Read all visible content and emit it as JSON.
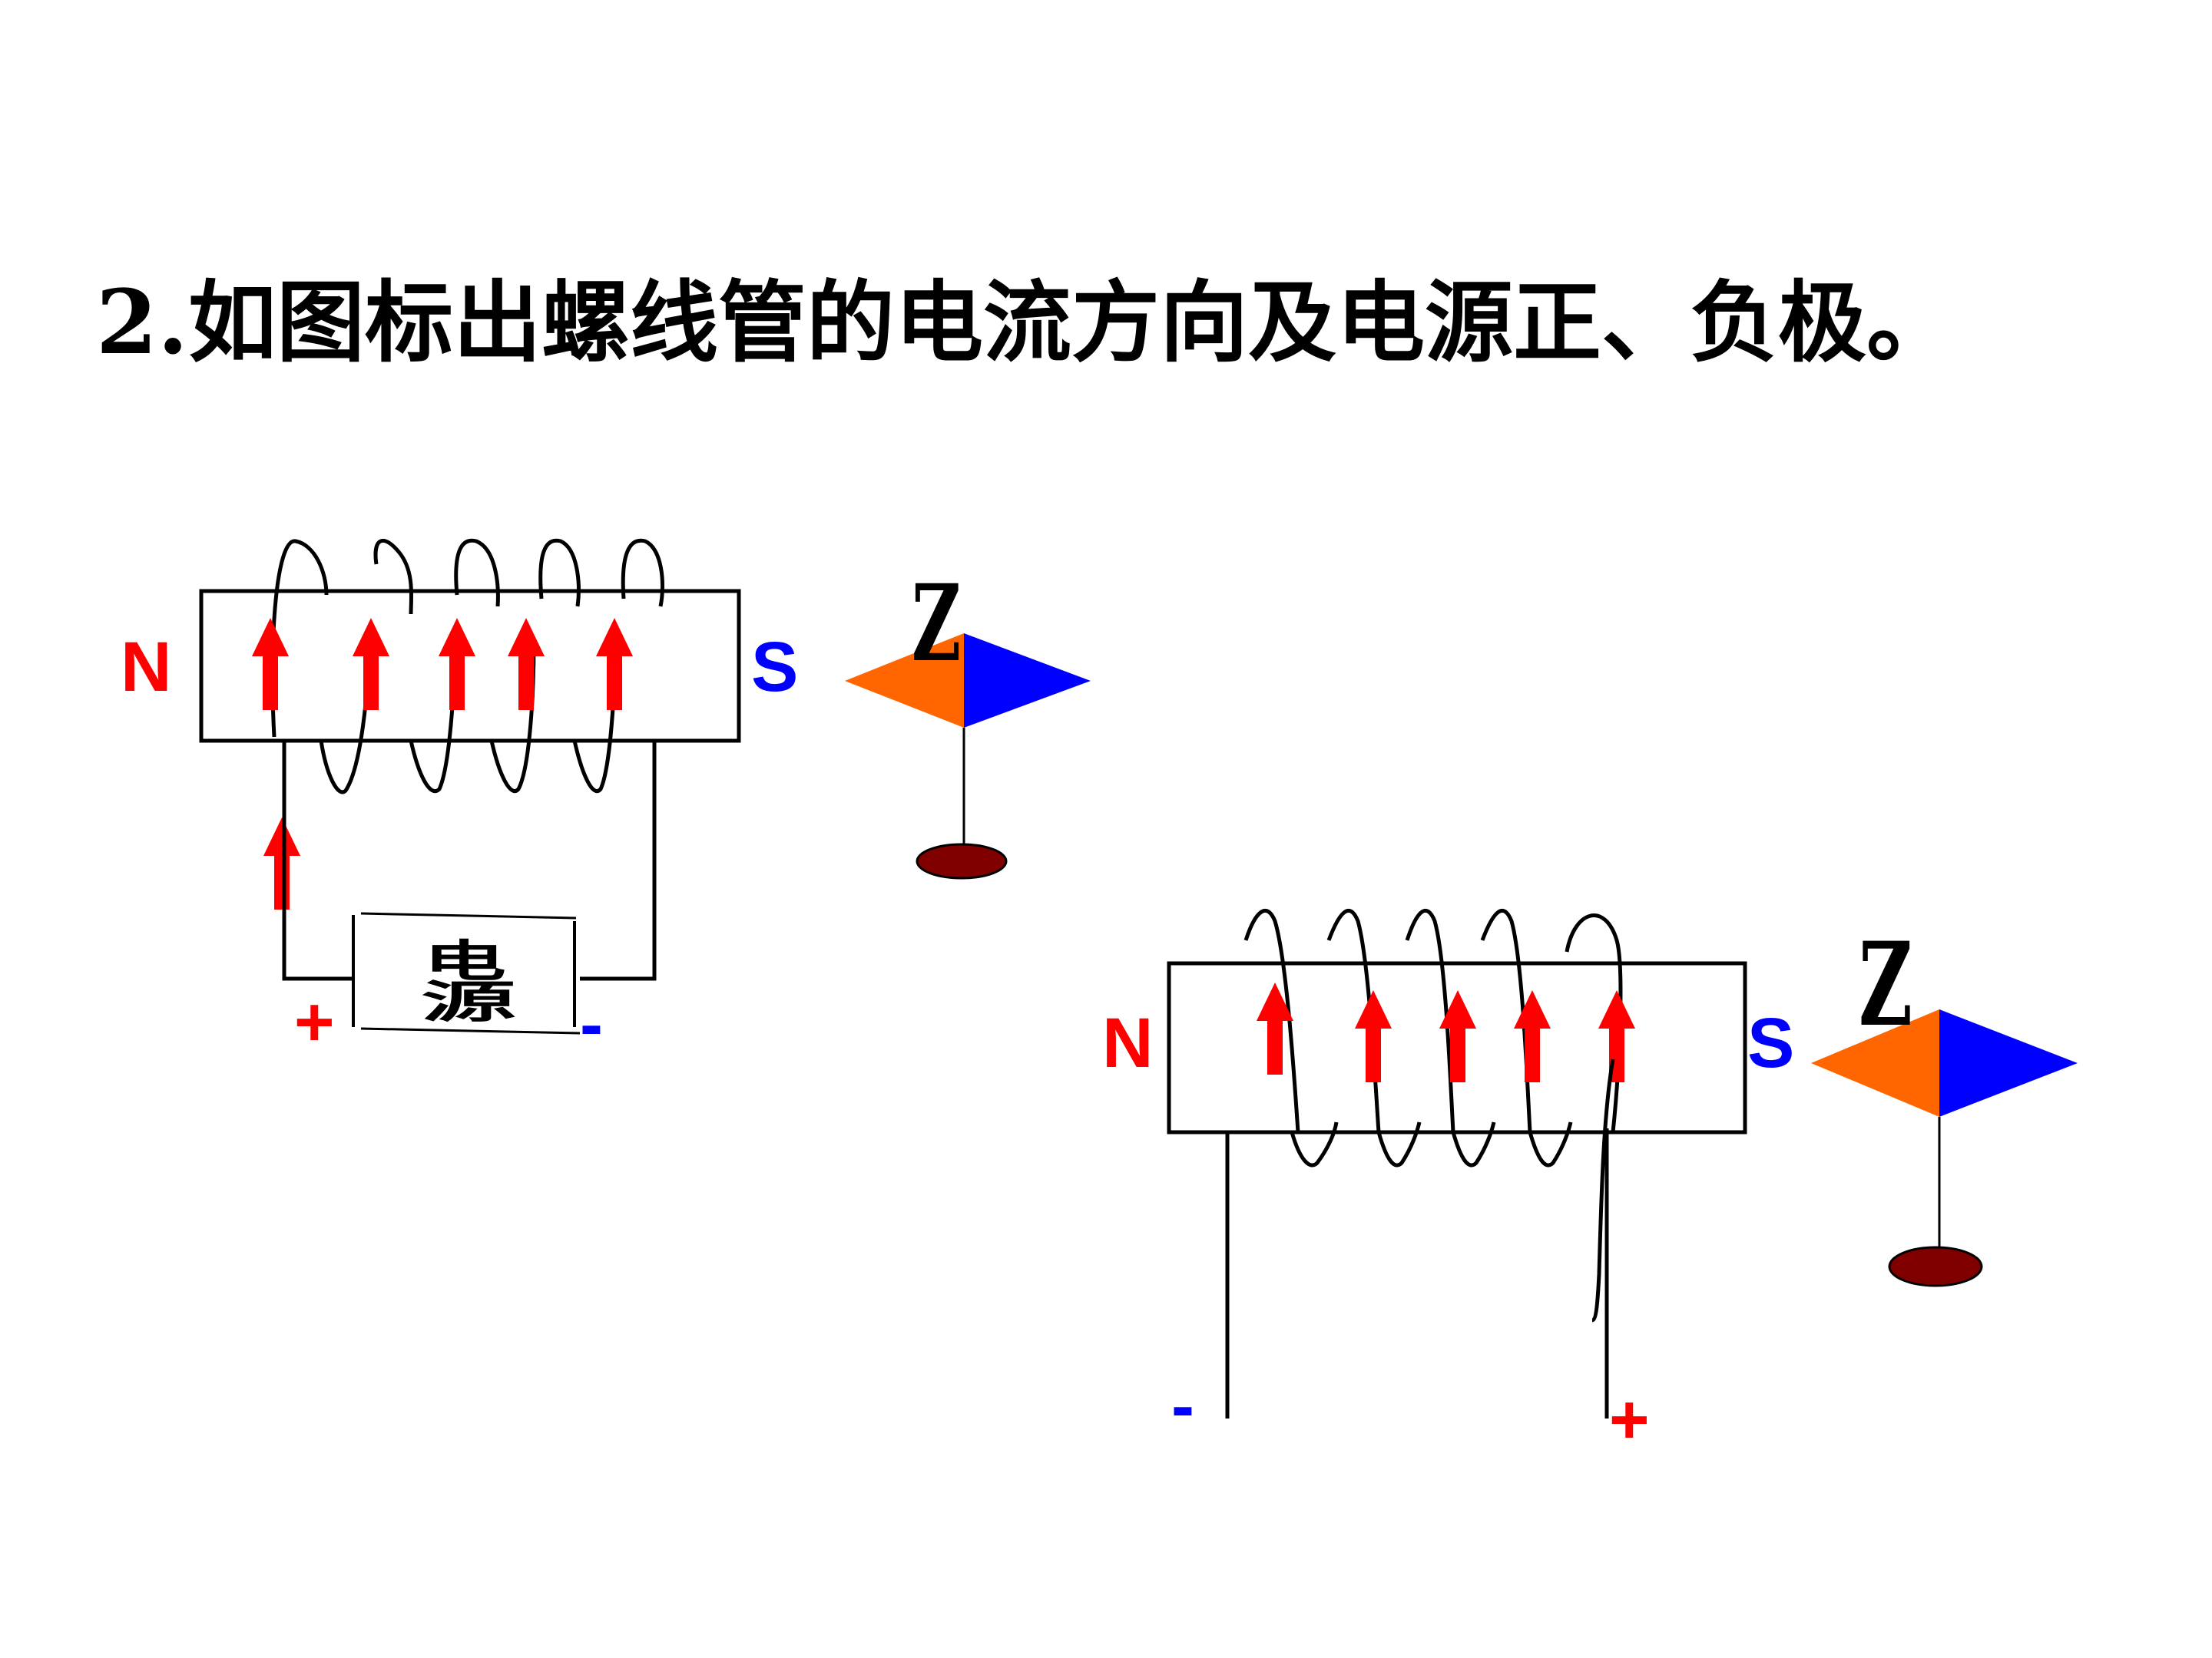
{
  "title": "2.如图标出螺线管的电流方向及电源正、负极。",
  "colors": {
    "arrow": "#ff0000",
    "north_label": "#ff0000",
    "south_label": "#0000ff",
    "needle_orange": "#ff6600",
    "needle_blue": "#0000ff",
    "needle_base": "#800000",
    "line": "#000000"
  },
  "diagram_left": {
    "north_label": "N",
    "south_label": "S",
    "source_line1": "电",
    "source_line2": "源",
    "plus_sign": "+",
    "minus_sign": "-",
    "needle_label": "Z"
  },
  "diagram_right": {
    "north_label": "N",
    "south_label": "S",
    "plus_sign": "+",
    "minus_sign": "-",
    "needle_label": "Z"
  }
}
